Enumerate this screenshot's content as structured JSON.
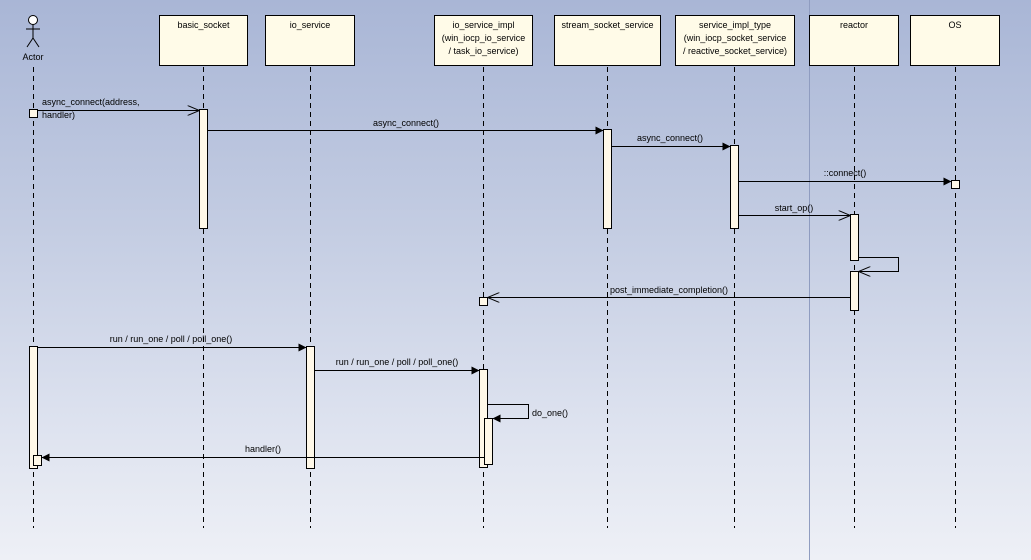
{
  "participants": {
    "actor": "Actor",
    "basic_socket": "basic_socket",
    "io_service": "io_service",
    "io_service_impl": [
      "io_service_impl",
      "(win_iocp_io_service",
      "/ task_io_service)"
    ],
    "stream_socket_service": "stream_socket_service",
    "service_impl_type": [
      "service_impl_type",
      "(win_iocp_socket_service",
      "/ reactive_socket_service)"
    ],
    "reactor": "reactor",
    "os": "OS"
  },
  "messages": {
    "m1": [
      "async_connect(address,",
      "handler)"
    ],
    "m2": "async_connect()",
    "m3": "async_connect()",
    "m4": "::connect()",
    "m5": "start_op()",
    "m6": "post_immediate_completion()",
    "m7": "run / run_one / poll / poll_one()",
    "m8": "run / run_one / poll / poll_one()",
    "m9": "do_one()",
    "m10": "handler()"
  }
}
